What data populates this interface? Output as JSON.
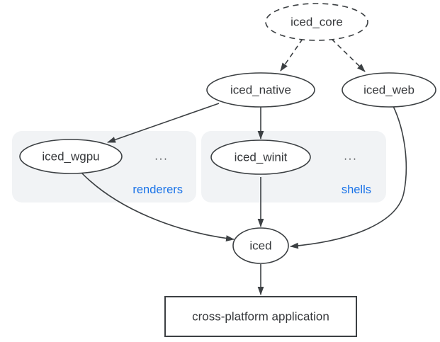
{
  "diagram": {
    "type": "dependency-graph",
    "nodes": {
      "iced_core": {
        "label": "iced_core",
        "shape": "ellipse",
        "border": "dashed"
      },
      "iced_native": {
        "label": "iced_native",
        "shape": "ellipse",
        "border": "solid"
      },
      "iced_web": {
        "label": "iced_web",
        "shape": "ellipse",
        "border": "solid"
      },
      "iced_wgpu": {
        "label": "iced_wgpu",
        "shape": "ellipse",
        "border": "solid",
        "group": "renderers"
      },
      "iced_winit": {
        "label": "iced_winit",
        "shape": "ellipse",
        "border": "solid",
        "group": "shells"
      },
      "iced": {
        "label": "iced",
        "shape": "ellipse",
        "border": "solid"
      },
      "app": {
        "label": "cross-platform application",
        "shape": "rectangle",
        "border": "solid"
      }
    },
    "groups": {
      "renderers": {
        "label": "renderers",
        "more": "...",
        "label_color": "#1a73e8"
      },
      "shells": {
        "label": "shells",
        "more": "...",
        "label_color": "#1a73e8"
      }
    },
    "edges": [
      {
        "from": "iced_core",
        "to": "iced_native",
        "style": "dashed"
      },
      {
        "from": "iced_core",
        "to": "iced_web",
        "style": "dashed"
      },
      {
        "from": "iced_native",
        "to": "iced_wgpu",
        "style": "solid"
      },
      {
        "from": "iced_native",
        "to": "iced_winit",
        "style": "solid"
      },
      {
        "from": "iced_wgpu",
        "to": "iced",
        "style": "solid"
      },
      {
        "from": "iced_winit",
        "to": "iced",
        "style": "solid"
      },
      {
        "from": "iced_web",
        "to": "iced",
        "style": "solid"
      },
      {
        "from": "iced",
        "to": "app",
        "style": "solid"
      }
    ],
    "colors": {
      "line": "#3c4043",
      "text": "#36383b",
      "group_fill": "#f1f3f5",
      "group_label": "#1a73e8",
      "canvas": "#ffffff"
    }
  }
}
